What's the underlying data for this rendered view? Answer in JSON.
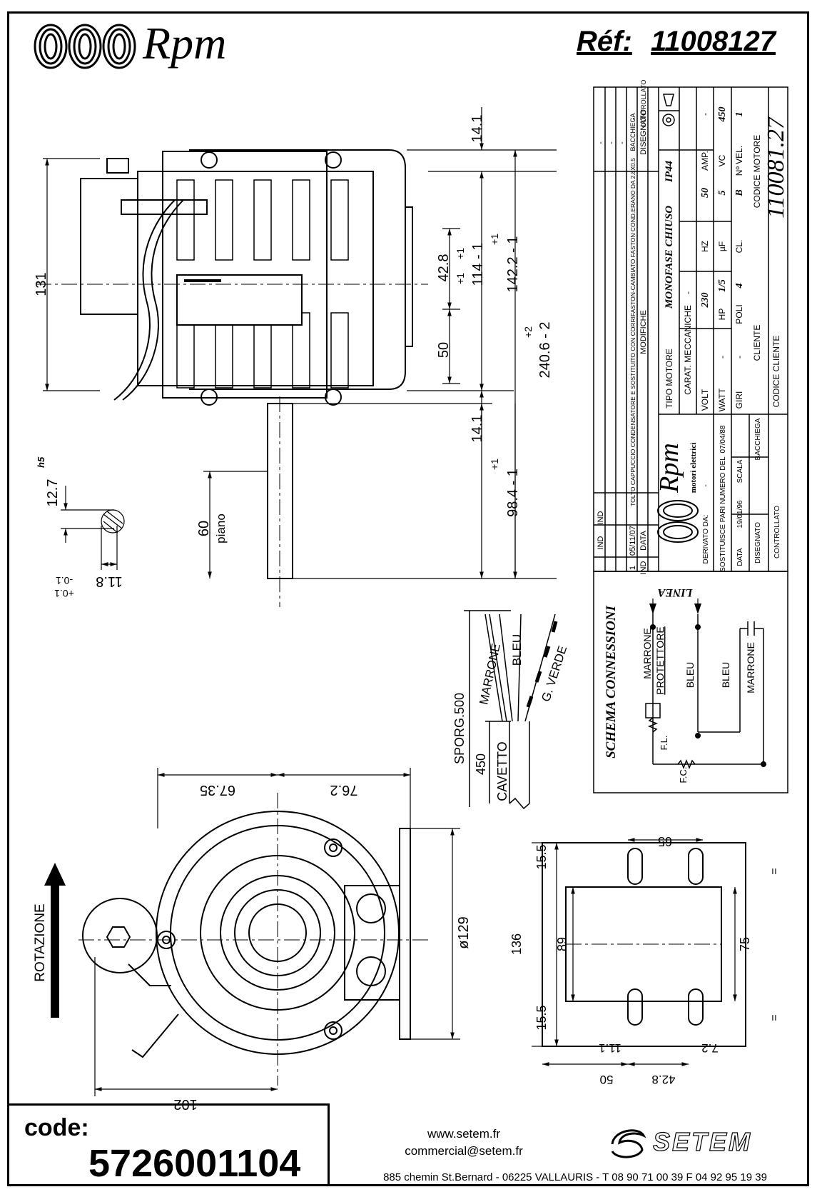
{
  "header": {
    "brand": "Rpm",
    "ref_label": "Réf:",
    "ref_number": "11008127"
  },
  "dimensions": {
    "d131": "131",
    "d14_1_top": "14.1",
    "d14_1_bottom": "14.1",
    "d42_8": "42.8",
    "d42_8_tol": "+1",
    "d114": "114 - 1",
    "d114_tol": "+1",
    "d142_2": "142.2 - 1",
    "d142_2_tol": "+1",
    "d240_6": "240.6 - 2",
    "d240_6_tol": "+2",
    "d50": "50",
    "d98_4": "98.4 - 1",
    "d98_4_tol": "+1",
    "d60": "60",
    "piano": "piano",
    "d12_7": "12.7",
    "h5": "h5",
    "d11_8": "11.8",
    "d11_8_tol_a": "-0.1",
    "d11_8_tol_b": "+0.1",
    "d67_35": "67.35",
    "d76_2": "76.2",
    "d129": "ø129",
    "d102": "102",
    "d65": "65",
    "d15_5_top": "15.5",
    "d15_5_bottom": "15.5",
    "d136": "136",
    "d89": "89",
    "d75": "75",
    "d11_1": "11.1",
    "d7_2": "7.2",
    "d50_b": "50",
    "d42_8_b": "42.8",
    "eq": "="
  },
  "cable": {
    "sporg": "SPORG.500",
    "d450": "450",
    "cavetto": "CAVETTO",
    "marrone": "MARRONE",
    "bleu": "BLEU",
    "verde": "G. VERDE"
  },
  "rotation": "ROTAZIONE",
  "schema": {
    "title": "SCHEMA CONNESSIONI",
    "linea": "LINEA",
    "marrone": "MARRONE",
    "protettore": "PROTETTORE",
    "bleu1": "BLEU",
    "bleu2": "BLEU",
    "marrone2": "MARRONE",
    "fl": "F.L.",
    "fc": "F.C."
  },
  "titleblock": {
    "rev_ind": "IND",
    "rev_data": "DATA",
    "rev_modifiche": "MODIFICHE",
    "rev_disegnato": "DISEGNATO",
    "rev_controllato": "CONTROLLATO",
    "rev1_ind": "1",
    "rev1_date": "05/11/07",
    "rev1_text": "TOLTO CAPPUCCIO CONDENSATORE E SOSTITUITO CON CORRIFASTON-CAMBIATO FASTON COND.ERANO DA 2.8X0.5",
    "rev1_by": "BACCHIEGA",
    "dash": "-",
    "rpm_brand": "Rpm",
    "rpm_sub": "motori elettrici",
    "tipo_motore_label": "TIPO MOTORE",
    "tipo_motore": "MONOFASE CHIUSO",
    "ip": "IP44",
    "carat_label": "CARAT. MECCANICHE",
    "volt_label": "VOLT",
    "volt": "230",
    "hz_label": "HZ",
    "hz": "50",
    "amp_label": "AMP.",
    "watt_label": "WATT",
    "hp_label": "HP",
    "hp": "1/5",
    "uf_label": "µF",
    "uf": "5",
    "vc_label": "VC",
    "vc": "450",
    "giri_label": "GIRI",
    "poli_label": "POLI",
    "poli": "4",
    "cl_label": "CL.",
    "cl": "B",
    "nvel_label": "Nº VEL.",
    "nvel": "1",
    "cliente_label": "CLIENTE",
    "codice_motore_label": "CODICE MOTORE",
    "codice_motore": "110081.27",
    "codice_cliente_label": "CODICE CLIENTE",
    "derivato_label": "DERIVATO DA:",
    "sostituisce_label": "SOSTITUISCE PARI NUMERO DEL",
    "sostituisce_date": "07/04/88",
    "data_label": "DATA",
    "data_value": "19/01/96",
    "scala_label": "SCALA",
    "disegnato_label": "DISEGNATO",
    "disegnato_by": "BACCHIEGA",
    "controllato_label": "CONTROLLATO"
  },
  "footer": {
    "code_label": "code:",
    "code_number": "5726001104",
    "website": "www.setem.fr",
    "email": "commercial@setem.fr",
    "address": "885 chemin St.Bernard  -  06225 VALLAURIS  -  T 08 90 71 00 39   F 04 92 95 19 39",
    "setem": "SETEM"
  }
}
